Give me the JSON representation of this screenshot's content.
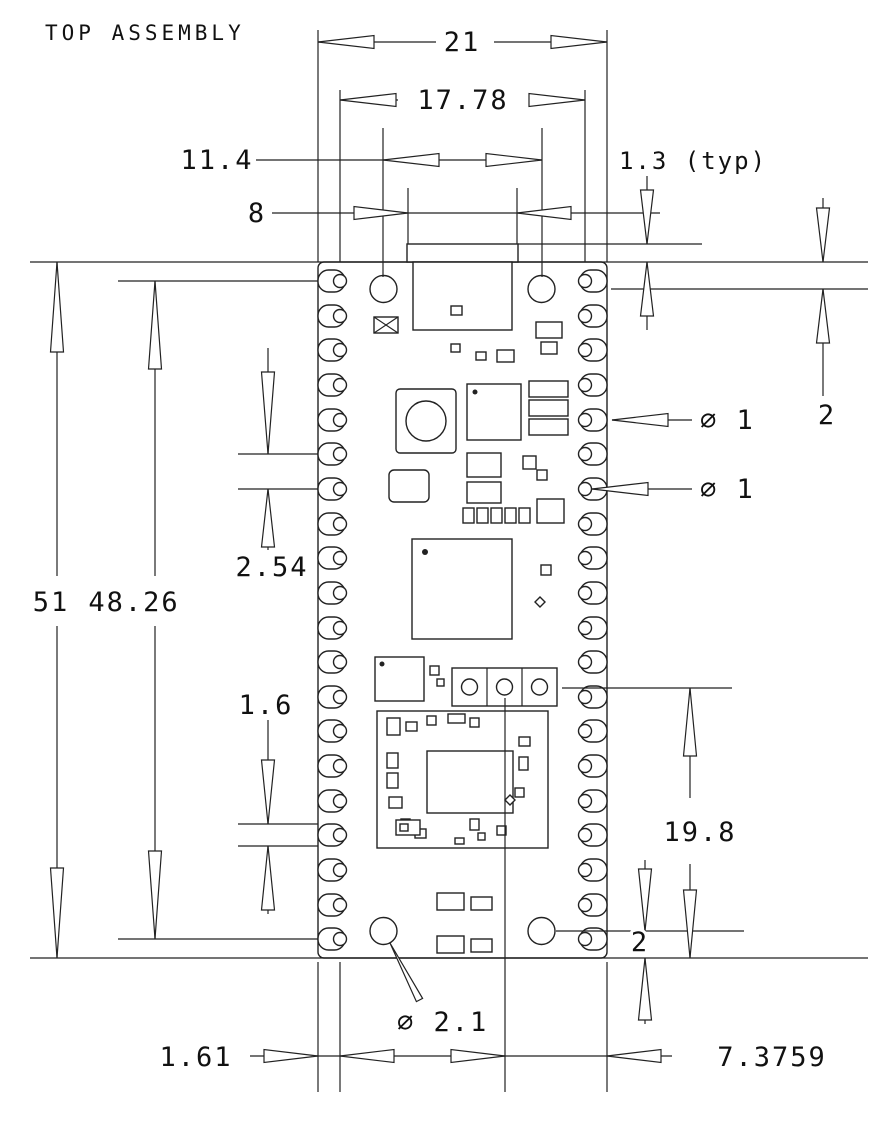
{
  "title": "TOP ASSEMBLY",
  "dimensions": {
    "board_width": "21",
    "pad_row_span_width": "17.78",
    "mounting_hole_spacing": "11.4",
    "usb_connector_width": "8",
    "usb_overhang_typ": "1.3 (typ)",
    "top_edge_to_hole": "2",
    "pad_outer_dia": "∅ 1",
    "pad_hole_dia": "∅ 1",
    "pin_pitch": "2.54",
    "board_length": "51",
    "pad_row_span_length": "48.26",
    "pad_width": "1.6",
    "debug_pad_offset": "19.8",
    "hole_to_bottom_edge": "2",
    "mounting_hole_dia": "∅ 2.1",
    "edge_to_pad_center": "1.61",
    "debug_pad_from_right_edge": "7.3759"
  }
}
